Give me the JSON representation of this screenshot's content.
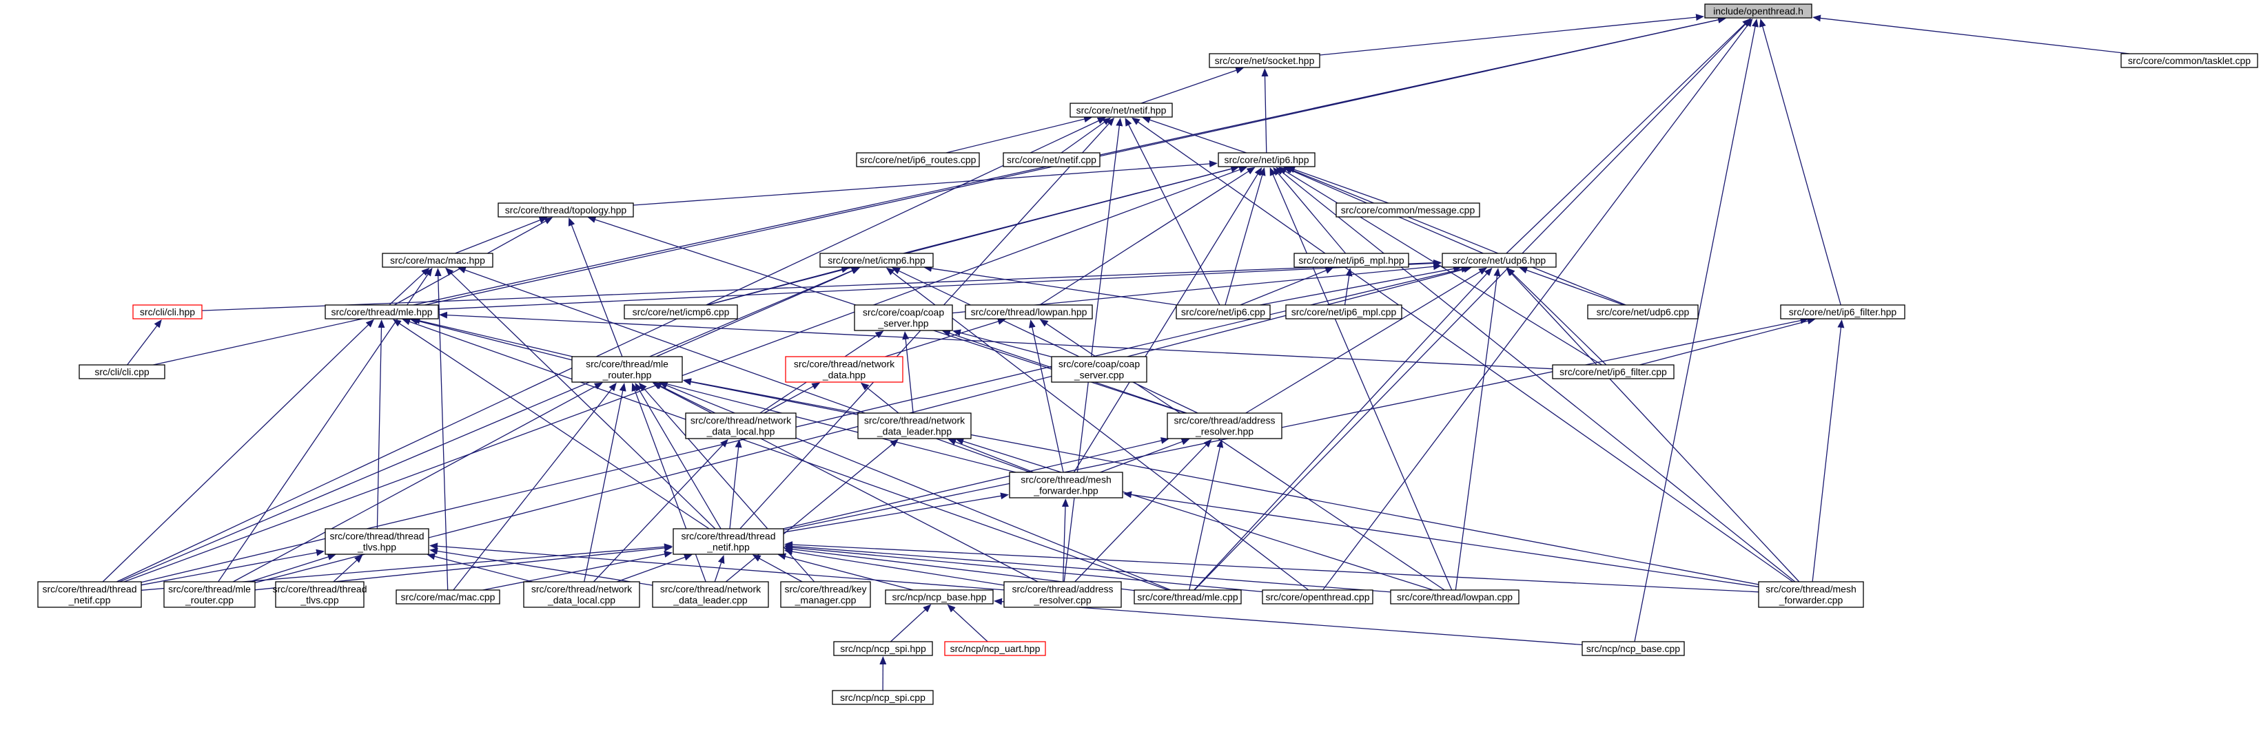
{
  "colors": {
    "root_fill": "#bfbfbf",
    "node_fill": "#ffffff",
    "node_border": "#000000",
    "truncated_border": "#ff0000",
    "edge": "#191970"
  },
  "nodes": [
    {
      "id": "openthread_h",
      "lines": [
        "include/openthread.h"
      ],
      "root": true
    },
    {
      "id": "socket_hpp",
      "lines": [
        "src/core/net/socket.hpp"
      ]
    },
    {
      "id": "tasklet_cpp",
      "lines": [
        "src/core/common/tasklet.cpp"
      ]
    },
    {
      "id": "netif_hpp",
      "lines": [
        "src/core/net/netif.hpp"
      ]
    },
    {
      "id": "ip6_routes_cpp",
      "lines": [
        "src/core/net/ip6_routes.cpp"
      ]
    },
    {
      "id": "netif_cpp",
      "lines": [
        "src/core/net/netif.cpp"
      ]
    },
    {
      "id": "ip6_hpp",
      "lines": [
        "src/core/net/ip6.hpp"
      ]
    },
    {
      "id": "topology_hpp",
      "lines": [
        "src/core/thread/topology.hpp"
      ]
    },
    {
      "id": "message_cpp",
      "lines": [
        "src/core/common/message.cpp"
      ]
    },
    {
      "id": "mac_hpp",
      "lines": [
        "src/core/mac/mac.hpp"
      ]
    },
    {
      "id": "icmp6_hpp",
      "lines": [
        "src/core/net/icmp6.hpp"
      ]
    },
    {
      "id": "ip6_mpl_hpp",
      "lines": [
        "src/core/net/ip6_mpl.hpp"
      ]
    },
    {
      "id": "udp6_hpp",
      "lines": [
        "src/core/net/udp6.hpp"
      ]
    },
    {
      "id": "cli_hpp",
      "lines": [
        "src/cli/cli.hpp"
      ],
      "truncated": true
    },
    {
      "id": "mle_hpp",
      "lines": [
        "src/core/thread/mle.hpp"
      ]
    },
    {
      "id": "coap_server_hpp",
      "lines": [
        "src/core/coap/coap",
        "_server.hpp"
      ]
    },
    {
      "id": "lowpan_hpp",
      "lines": [
        "src/core/thread/lowpan.hpp"
      ]
    },
    {
      "id": "icmp6_cpp",
      "lines": [
        "src/core/net/icmp6.cpp"
      ]
    },
    {
      "id": "ip6_cpp",
      "lines": [
        "src/core/net/ip6.cpp"
      ]
    },
    {
      "id": "ip6_mpl_cpp",
      "lines": [
        "src/core/net/ip6_mpl.cpp"
      ]
    },
    {
      "id": "udp6_cpp",
      "lines": [
        "src/core/net/udp6.cpp"
      ]
    },
    {
      "id": "ip6_filter_hpp",
      "lines": [
        "src/core/net/ip6_filter.hpp"
      ]
    },
    {
      "id": "cli_cpp",
      "lines": [
        "src/cli/cli.cpp"
      ]
    },
    {
      "id": "mle_router_hpp",
      "lines": [
        "src/core/thread/mle",
        "_router.hpp"
      ]
    },
    {
      "id": "network_data_hpp",
      "lines": [
        "src/core/thread/network",
        "_data.hpp"
      ],
      "truncated": true
    },
    {
      "id": "coap_server_cpp",
      "lines": [
        "src/core/coap/coap",
        "_server.cpp"
      ]
    },
    {
      "id": "ip6_filter_cpp",
      "lines": [
        "src/core/net/ip6_filter.cpp"
      ]
    },
    {
      "id": "network_data_local_hpp",
      "lines": [
        "src/core/thread/network",
        "_data_local.hpp"
      ]
    },
    {
      "id": "network_data_leader_hpp",
      "lines": [
        "src/core/thread/network",
        "_data_leader.hpp"
      ]
    },
    {
      "id": "address_resolver_hpp",
      "lines": [
        "src/core/thread/address",
        "_resolver.hpp"
      ]
    },
    {
      "id": "mesh_forwarder_hpp",
      "lines": [
        "src/core/thread/mesh",
        "_forwarder.hpp"
      ]
    },
    {
      "id": "thread_tlvs_hpp",
      "lines": [
        "src/core/thread/thread",
        "_tlvs.hpp"
      ]
    },
    {
      "id": "thread_netif_hpp",
      "lines": [
        "src/core/thread/thread",
        "_netif.hpp"
      ]
    },
    {
      "id": "thread_netif_cpp",
      "lines": [
        "src/core/thread/thread",
        "_netif.cpp"
      ]
    },
    {
      "id": "mle_router_cpp",
      "lines": [
        "src/core/thread/mle",
        "_router.cpp"
      ]
    },
    {
      "id": "thread_tlvs_cpp",
      "lines": [
        "src/core/thread/thread",
        "_tlvs.cpp"
      ]
    },
    {
      "id": "mac_cpp",
      "lines": [
        "src/core/mac/mac.cpp"
      ]
    },
    {
      "id": "network_data_local_cpp",
      "lines": [
        "src/core/thread/network",
        "_data_local.cpp"
      ]
    },
    {
      "id": "network_data_leader_cpp",
      "lines": [
        "src/core/thread/network",
        "_data_leader.cpp"
      ]
    },
    {
      "id": "key_manager_cpp",
      "lines": [
        "src/core/thread/key",
        "_manager.cpp"
      ]
    },
    {
      "id": "ncp_base_hpp",
      "lines": [
        "src/ncp/ncp_base.hpp"
      ]
    },
    {
      "id": "address_resolver_cpp",
      "lines": [
        "src/core/thread/address",
        "_resolver.cpp"
      ]
    },
    {
      "id": "mle_cpp",
      "lines": [
        "src/core/thread/mle.cpp"
      ]
    },
    {
      "id": "openthread_cpp",
      "lines": [
        "src/core/openthread.cpp"
      ]
    },
    {
      "id": "lowpan_cpp",
      "lines": [
        "src/core/thread/lowpan.cpp"
      ]
    },
    {
      "id": "mesh_forwarder_cpp",
      "lines": [
        "src/core/thread/mesh",
        "_forwarder.cpp"
      ]
    },
    {
      "id": "ncp_spi_hpp",
      "lines": [
        "src/ncp/ncp_spi.hpp"
      ]
    },
    {
      "id": "ncp_uart_hpp",
      "lines": [
        "src/ncp/ncp_uart.hpp"
      ],
      "truncated": true
    },
    {
      "id": "ncp_base_cpp",
      "lines": [
        "src/ncp/ncp_base.cpp"
      ]
    },
    {
      "id": "ncp_spi_cpp",
      "lines": [
        "src/ncp/ncp_spi.cpp"
      ]
    }
  ],
  "edges": [
    [
      "openthread_h",
      "socket_hpp"
    ],
    [
      "openthread_h",
      "tasklet_cpp"
    ],
    [
      "openthread_h",
      "udp6_hpp"
    ],
    [
      "openthread_h",
      "ip6_filter_hpp"
    ],
    [
      "openthread_h",
      "mle_hpp"
    ],
    [
      "openthread_h",
      "cli_cpp"
    ],
    [
      "openthread_h",
      "ncp_base_cpp"
    ],
    [
      "openthread_h",
      "openthread_cpp"
    ],
    [
      "openthread_h",
      "mle_cpp"
    ],
    [
      "socket_hpp",
      "netif_hpp"
    ],
    [
      "socket_hpp",
      "ip6_hpp"
    ],
    [
      "netif_hpp",
      "ip6_routes_cpp"
    ],
    [
      "netif_hpp",
      "netif_cpp"
    ],
    [
      "netif_hpp",
      "ip6_hpp"
    ],
    [
      "netif_hpp",
      "ip6_cpp"
    ],
    [
      "netif_hpp",
      "thread_netif_cpp"
    ],
    [
      "netif_hpp",
      "thread_netif_hpp"
    ],
    [
      "netif_hpp",
      "mesh_forwarder_cpp"
    ],
    [
      "netif_hpp",
      "address_resolver_cpp"
    ],
    [
      "ip6_hpp",
      "topology_hpp"
    ],
    [
      "ip6_hpp",
      "message_cpp"
    ],
    [
      "ip6_hpp",
      "icmp6_hpp"
    ],
    [
      "ip6_hpp",
      "ip6_mpl_hpp"
    ],
    [
      "ip6_hpp",
      "udp6_hpp"
    ],
    [
      "ip6_hpp",
      "icmp6_cpp"
    ],
    [
      "ip6_hpp",
      "ip6_cpp"
    ],
    [
      "ip6_hpp",
      "udp6_cpp"
    ],
    [
      "ip6_hpp",
      "ip6_filter_cpp"
    ],
    [
      "ip6_hpp",
      "lowpan_hpp"
    ],
    [
      "ip6_hpp",
      "mesh_forwarder_hpp"
    ],
    [
      "ip6_hpp",
      "thread_netif_cpp"
    ],
    [
      "ip6_hpp",
      "mesh_forwarder_cpp"
    ],
    [
      "ip6_hpp",
      "lowpan_cpp"
    ],
    [
      "topology_hpp",
      "mac_hpp"
    ],
    [
      "topology_hpp",
      "mle_hpp"
    ],
    [
      "topology_hpp",
      "mle_router_hpp"
    ],
    [
      "topology_hpp",
      "address_resolver_hpp"
    ],
    [
      "mac_hpp",
      "mle_hpp"
    ],
    [
      "mac_hpp",
      "mesh_forwarder_hpp"
    ],
    [
      "mac_hpp",
      "thread_netif_hpp"
    ],
    [
      "mac_hpp",
      "mac_cpp"
    ],
    [
      "mac_hpp",
      "mle_router_cpp"
    ],
    [
      "icmp6_hpp",
      "icmp6_cpp"
    ],
    [
      "icmp6_hpp",
      "ip6_cpp"
    ],
    [
      "icmp6_hpp",
      "mle_router_hpp"
    ],
    [
      "icmp6_hpp",
      "address_resolver_hpp"
    ],
    [
      "icmp6_hpp",
      "thread_netif_cpp"
    ],
    [
      "icmp6_hpp",
      "openthread_cpp"
    ],
    [
      "ip6_mpl_hpp",
      "ip6_cpp"
    ],
    [
      "ip6_mpl_hpp",
      "ip6_mpl_cpp"
    ],
    [
      "udp6_hpp",
      "cli_hpp"
    ],
    [
      "udp6_hpp",
      "mle_hpp"
    ],
    [
      "udp6_hpp",
      "coap_server_hpp"
    ],
    [
      "udp6_hpp",
      "ip6_cpp"
    ],
    [
      "udp6_hpp",
      "udp6_cpp"
    ],
    [
      "udp6_hpp",
      "ip6_filter_cpp"
    ],
    [
      "udp6_hpp",
      "address_resolver_hpp"
    ],
    [
      "udp6_hpp",
      "mle_cpp"
    ],
    [
      "udp6_hpp",
      "lowpan_cpp"
    ],
    [
      "udp6_hpp",
      "mesh_forwarder_cpp"
    ],
    [
      "udp6_hpp",
      "thread_netif_cpp"
    ],
    [
      "udp6_hpp",
      "mle_router_cpp"
    ],
    [
      "cli_hpp",
      "cli_cpp"
    ],
    [
      "mle_hpp",
      "mle_router_hpp"
    ],
    [
      "mle_hpp",
      "thread_tlvs_hpp"
    ],
    [
      "mle_hpp",
      "thread_netif_hpp"
    ],
    [
      "mle_hpp",
      "mesh_forwarder_hpp"
    ],
    [
      "mle_hpp",
      "thread_netif_cpp"
    ],
    [
      "mle_hpp",
      "mle_cpp"
    ],
    [
      "mle_hpp",
      "ip6_filter_cpp"
    ],
    [
      "coap_server_hpp",
      "coap_server_cpp"
    ],
    [
      "coap_server_hpp",
      "network_data_leader_hpp"
    ],
    [
      "coap_server_hpp",
      "address_resolver_hpp"
    ],
    [
      "coap_server_hpp",
      "network_data_local_hpp"
    ],
    [
      "lowpan_hpp",
      "network_data_hpp"
    ],
    [
      "lowpan_hpp",
      "mesh_forwarder_hpp"
    ],
    [
      "lowpan_hpp",
      "lowpan_cpp"
    ],
    [
      "ip6_filter_hpp",
      "ip6_filter_cpp"
    ],
    [
      "ip6_filter_hpp",
      "thread_netif_hpp"
    ],
    [
      "ip6_filter_hpp",
      "mesh_forwarder_cpp"
    ],
    [
      "mle_router_hpp",
      "network_data_local_hpp"
    ],
    [
      "mle_router_hpp",
      "network_data_leader_hpp"
    ],
    [
      "mle_router_hpp",
      "thread_netif_hpp"
    ],
    [
      "mle_router_hpp",
      "mle_router_cpp"
    ],
    [
      "mle_router_hpp",
      "mac_cpp"
    ],
    [
      "mle_router_hpp",
      "network_data_local_cpp"
    ],
    [
      "mle_router_hpp",
      "network_data_leader_cpp"
    ],
    [
      "mle_router_hpp",
      "key_manager_cpp"
    ],
    [
      "mle_router_hpp",
      "address_resolver_cpp"
    ],
    [
      "mle_router_hpp",
      "mle_cpp"
    ],
    [
      "mle_router_hpp",
      "mesh_forwarder_cpp"
    ],
    [
      "network_data_hpp",
      "network_data_local_hpp"
    ],
    [
      "network_data_hpp",
      "network_data_leader_hpp"
    ],
    [
      "network_data_local_hpp",
      "thread_netif_hpp"
    ],
    [
      "network_data_local_hpp",
      "network_data_local_cpp"
    ],
    [
      "network_data_leader_hpp",
      "mesh_forwarder_hpp"
    ],
    [
      "network_data_leader_hpp",
      "network_data_leader_cpp"
    ],
    [
      "network_data_leader_hpp",
      "lowpan_cpp"
    ],
    [
      "address_resolver_hpp",
      "mesh_forwarder_hpp"
    ],
    [
      "address_resolver_hpp",
      "thread_netif_hpp"
    ],
    [
      "address_resolver_hpp",
      "address_resolver_cpp"
    ],
    [
      "address_resolver_hpp",
      "mle_cpp"
    ],
    [
      "mesh_forwarder_hpp",
      "thread_netif_hpp"
    ],
    [
      "mesh_forwarder_hpp",
      "address_resolver_cpp"
    ],
    [
      "mesh_forwarder_hpp",
      "mesh_forwarder_cpp"
    ],
    [
      "thread_tlvs_hpp",
      "thread_netif_cpp"
    ],
    [
      "thread_tlvs_hpp",
      "mle_router_cpp"
    ],
    [
      "thread_tlvs_hpp",
      "thread_tlvs_cpp"
    ],
    [
      "thread_tlvs_hpp",
      "network_data_local_cpp"
    ],
    [
      "thread_tlvs_hpp",
      "network_data_leader_cpp"
    ],
    [
      "thread_tlvs_hpp",
      "address_resolver_cpp"
    ],
    [
      "thread_netif_hpp",
      "thread_netif_cpp"
    ],
    [
      "thread_netif_hpp",
      "mle_router_cpp"
    ],
    [
      "thread_netif_hpp",
      "mac_cpp"
    ],
    [
      "thread_netif_hpp",
      "network_data_local_cpp"
    ],
    [
      "thread_netif_hpp",
      "network_data_leader_cpp"
    ],
    [
      "thread_netif_hpp",
      "key_manager_cpp"
    ],
    [
      "thread_netif_hpp",
      "ncp_base_hpp"
    ],
    [
      "thread_netif_hpp",
      "address_resolver_cpp"
    ],
    [
      "thread_netif_hpp",
      "mle_cpp"
    ],
    [
      "thread_netif_hpp",
      "openthread_cpp"
    ],
    [
      "thread_netif_hpp",
      "lowpan_cpp"
    ],
    [
      "thread_netif_hpp",
      "mesh_forwarder_cpp"
    ],
    [
      "ncp_base_hpp",
      "ncp_spi_hpp"
    ],
    [
      "ncp_base_hpp",
      "ncp_uart_hpp"
    ],
    [
      "ncp_base_hpp",
      "ncp_base_cpp"
    ],
    [
      "ncp_spi_hpp",
      "ncp_spi_cpp"
    ]
  ]
}
